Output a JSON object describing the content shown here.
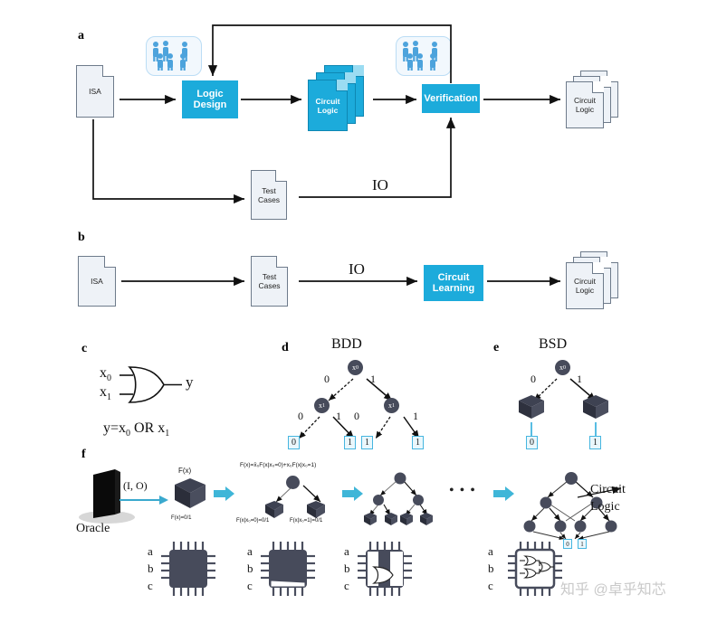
{
  "figure": {
    "panels": [
      "a",
      "b",
      "c",
      "d",
      "e",
      "f"
    ]
  },
  "panel_a": {
    "letter": "a",
    "isa_doc": "ISA",
    "logic_design": "Logic\nDesign",
    "logic_design_line1": "Logic",
    "logic_design_line2": "Design",
    "circuit_logic_blue_line1": "Circuit",
    "circuit_logic_blue_line2": "Logic",
    "verification": "Verification",
    "circuit_logic_out_line1": "Circuit",
    "circuit_logic_out_line2": "Logic",
    "test_cases_line1": "Test",
    "test_cases_line2": "Cases",
    "io_label": "IO",
    "people_icon": "people-group-icon"
  },
  "panel_b": {
    "letter": "b",
    "isa_doc": "ISA",
    "test_cases_line1": "Test",
    "test_cases_line2": "Cases",
    "io_label": "IO",
    "circuit_learning_line1": "Circuit",
    "circuit_learning_line2": "Learning",
    "circuit_logic_out_line1": "Circuit",
    "circuit_logic_out_line2": "Logic"
  },
  "panel_c": {
    "letter": "c",
    "input0": "x",
    "input0_sub": "0",
    "input1": "x",
    "input1_sub": "1",
    "output": "y",
    "equation_prefix": "y=x",
    "equation_sub0": "0",
    "equation_mid": " OR x",
    "equation_sub1": "1",
    "gate": "or-gate-icon"
  },
  "panel_d": {
    "letter": "d",
    "title": "BDD",
    "root": "x",
    "root_sub": "0",
    "child_left": "x",
    "child_left_sub": "1",
    "child_right": "x",
    "child_right_sub": "1",
    "edge_labels": [
      "0",
      "1",
      "0",
      "1",
      "0",
      "1"
    ],
    "leaves": [
      "0",
      "1",
      "1",
      "1"
    ]
  },
  "panel_e": {
    "letter": "e",
    "title": "BSD",
    "root": "x",
    "root_sub": "0",
    "edge_labels": [
      "0",
      "1"
    ],
    "leaves": [
      "0",
      "1"
    ],
    "box_icon": "cube-icon"
  },
  "panel_f": {
    "letter": "f",
    "oracle_label": "Oracle",
    "io_arrow_label": "(I, O)",
    "fx_label": "F(x)",
    "fx_value": "F(x)=0/1",
    "shannon_expansion": "F(x)=x̄₀F(x|x₀=0)+x₀F(x|x₀=1)",
    "branch_label_left": "F(x|x₀=0)=0/1",
    "branch_label_right": "F(x|x₀=1)=0/1",
    "ellipsis": "• • •",
    "output_line1": "Circuit",
    "output_line2": "Logic",
    "chip_pins": [
      "a",
      "b",
      "c"
    ],
    "cube_icon": "cube-icon",
    "chip_icon": "chip-icon",
    "arrow_icon": "block-arrow-right-icon"
  },
  "watermark": {
    "text": "知乎 @卓乎知芯"
  },
  "colors": {
    "accent_blue": "#1CABDB",
    "light_blue_border": "#46B6E0",
    "doc_fill": "#EEF2F7",
    "doc_border": "#6E7B8B",
    "node_dark": "#474B5B",
    "people_blue": "#4DA3DC"
  }
}
